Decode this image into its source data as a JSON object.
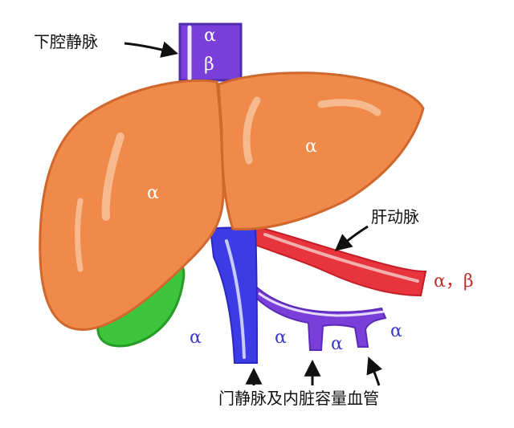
{
  "labels": {
    "ivc": "下腔静脉",
    "hepatic_artery": "肝动脉",
    "portal_vein": "门静脉及内脏容量血管"
  },
  "receptors": {
    "ivc_top": "α",
    "ivc_bottom": "β",
    "liver_right": "α",
    "liver_left": "α",
    "artery": "α，β",
    "portal_main": "α",
    "visceral_1": "α",
    "visceral_2": "α",
    "visceral_3": "α"
  },
  "colors": {
    "liver": "#f08a4b",
    "liver_outline": "#d0682e",
    "liver_highlight": "#f7b98e",
    "vein_blue": "#3d3be6",
    "vein_purple": "#7a3fd8",
    "artery_red": "#e8343c",
    "artery_highlight": "#f3b0b0",
    "gallbladder": "#3dc63d",
    "receptor_blue": "#3a3ac8",
    "receptor_red": "#c0312f",
    "arrow": "#111111"
  }
}
